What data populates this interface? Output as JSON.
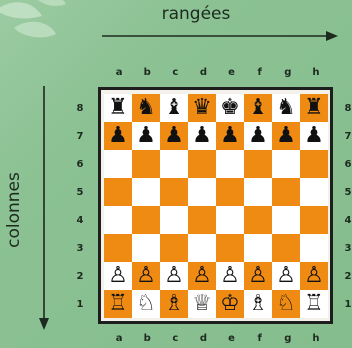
{
  "title_top": "rangées",
  "title_left": "colonnes",
  "files": [
    "a",
    "b",
    "c",
    "d",
    "e",
    "f",
    "g",
    "h"
  ],
  "ranks": [
    "8",
    "7",
    "6",
    "5",
    "4",
    "3",
    "2",
    "1"
  ],
  "colors": {
    "background": "#8bc193",
    "dark_square": "#ef8a12",
    "light_square": "#ffffff",
    "frame": "#1e1e1e"
  },
  "board": [
    [
      "♜",
      "♞",
      "♝",
      "♛",
      "♚",
      "♝",
      "♞",
      "♜"
    ],
    [
      "♟",
      "♟",
      "♟",
      "♟",
      "♟",
      "♟",
      "♟",
      "♟"
    ],
    [
      "",
      "",
      "",
      "",
      "",
      "",
      "",
      ""
    ],
    [
      "",
      "",
      "",
      "",
      "",
      "",
      "",
      ""
    ],
    [
      "",
      "",
      "",
      "",
      "",
      "",
      "",
      ""
    ],
    [
      "",
      "",
      "",
      "",
      "",
      "",
      "",
      ""
    ],
    [
      "♙",
      "♙",
      "♙",
      "♙",
      "♙",
      "♙",
      "♙",
      "♙"
    ],
    [
      "♖",
      "♘",
      "♗",
      "♕",
      "♔",
      "♗",
      "♘",
      "♖"
    ]
  ]
}
